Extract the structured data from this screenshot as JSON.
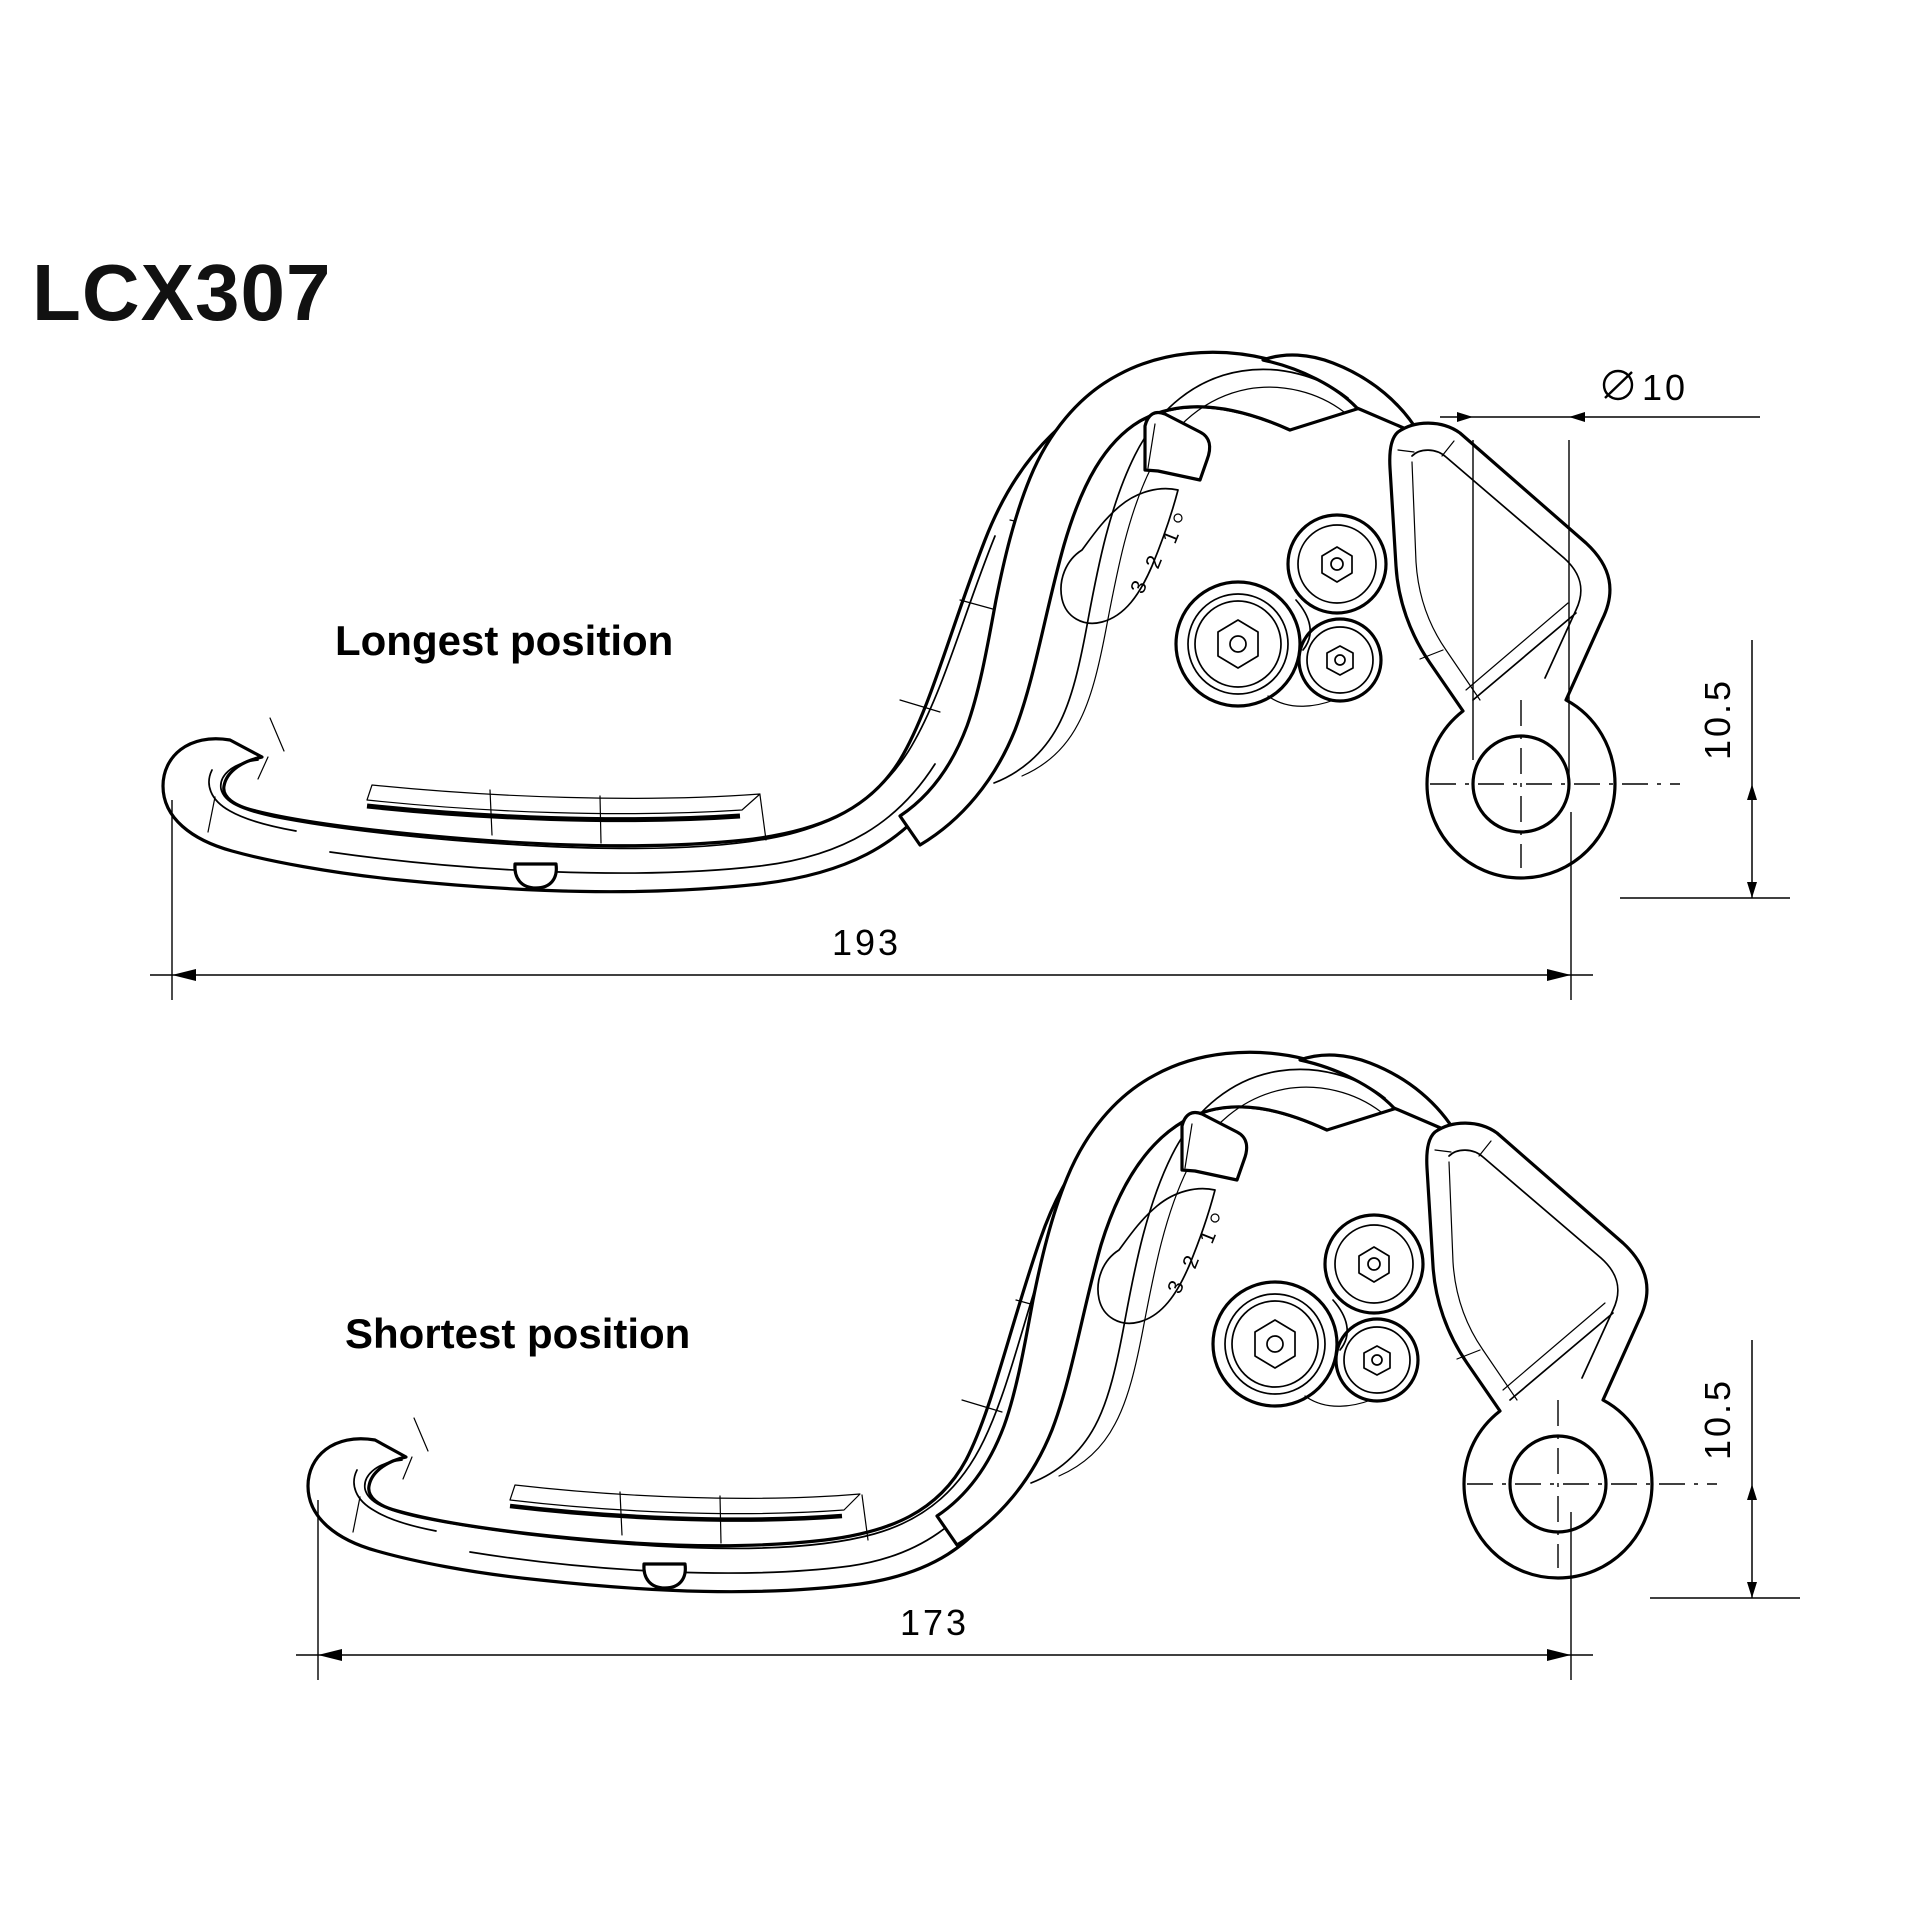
{
  "document": {
    "type": "technical-drawing",
    "product_code": "LCX307",
    "background_color": "#ffffff",
    "line_color": "#000000"
  },
  "header": {
    "title": "LCX307"
  },
  "views": [
    {
      "id": "longest",
      "label": "Longest position",
      "length_dimension": "193",
      "offset_dimension": "10.5",
      "hole_dimension": "Ø 10",
      "adjuster_marks": [
        "3",
        "2",
        "1"
      ]
    },
    {
      "id": "shortest",
      "label": "Shortest position",
      "length_dimension": "173",
      "offset_dimension": "10.5",
      "adjuster_marks": [
        "3",
        "2",
        "1"
      ]
    }
  ],
  "annotations": {
    "diameter_symbol": "Ø",
    "units_note": ""
  }
}
